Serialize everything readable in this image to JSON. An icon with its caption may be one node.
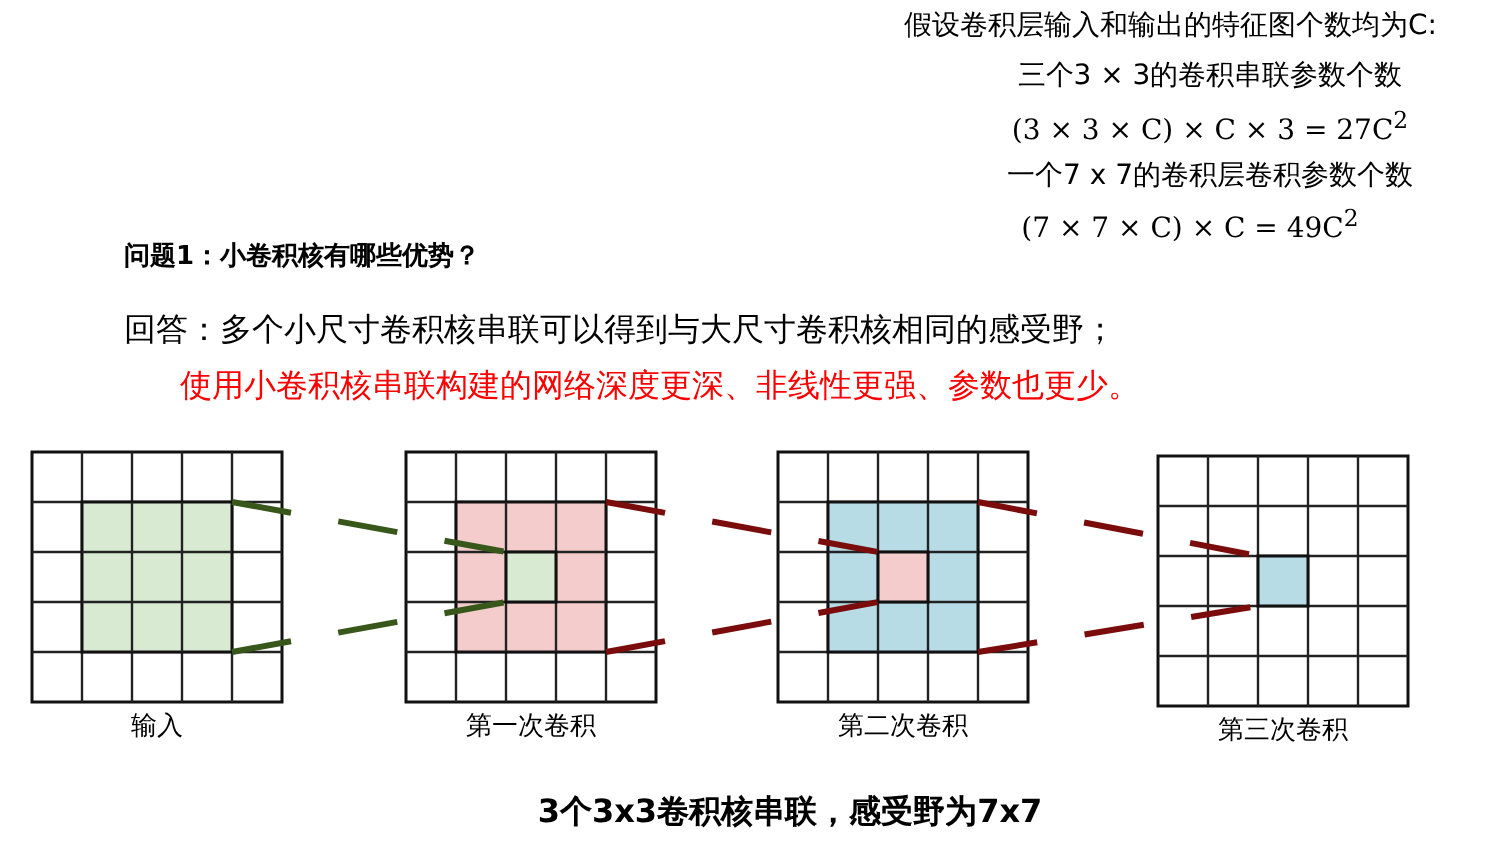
{
  "diagram": {
    "caption": "3个3x3卷积核串联，感受野为7x7",
    "nodes": [
      {
        "text": [
          "输入"
        ]
      },
      {
        "text": [],
        "shape": "box",
        "in": 0
      },
      {
        "text": [
          "第一次卷积"
        ]
      },
      {
        "text": [],
        "shape": "box",
        "in": 2
      },
      {
        "text": [],
        "shape": "box",
        "in": 3
      },
      {
        "text": [
          "第二次卷积"
        ]
      },
      {
        "text": [],
        "shape": "box",
        "in": 5
      },
      {
        "text": [],
        "shape": "box",
        "in": 6
      },
      {
        "text": [
          "第三次卷积"
        ]
      },
      {
        "text": [],
        "shape": "box",
        "in": 8
      }
    ],
    "edges": [
      {
        "from": 1,
        "to": 4,
        "arrow": "none",
        "style": "dashed",
        "color": "#38571a"
      },
      {
        "from": 1,
        "to": 4,
        "arrow": "none",
        "style": "dashed",
        "color": "#38571a"
      },
      {
        "from": 3,
        "to": 7,
        "arrow": "none",
        "style": "dashed"
      },
      {
        "from": 3,
        "to": 7,
        "arrow": "none",
        "style": "dashed"
      },
      {
        "from": 6,
        "to": 9,
        "arrow": "none",
        "style": "dashed"
      },
      {
        "from": 6,
        "to": 9,
        "arrow": "none",
        "style": "dashed"
      }
    ],
    "labels": [
      "假设卷积层输入和输出的特征图个数均为C:",
      "三个3 × 3的卷积串联参数个数",
      "(3 × 3 × C) × C × 3 = 27C$^{2}$",
      "一个7 x 7的卷积层卷积参数个数",
      "(7 × 7 × C) × C = 49C$^{2}$",
      "问题1：小卷积核有哪些优势？",
      "回答：多个小尺寸卷积核串联可以得到与大尺寸卷积核相同的感受野；",
      "使用小卷积核串联构建的网络深度更深、非线性更强、参数也更少。"
    ]
  }
}
